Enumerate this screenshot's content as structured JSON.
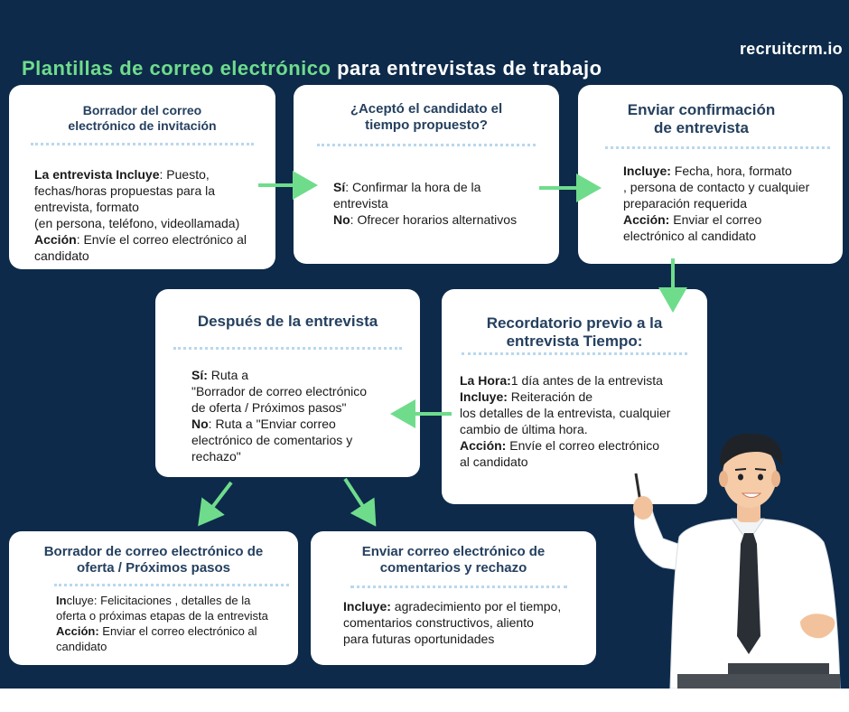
{
  "brand": "recruitcrm.io",
  "title": {
    "highlight": "Plantillas de correo electrónico",
    "rest": " para entrevistas de trabajo"
  },
  "colors": {
    "background": "#0d2a4a",
    "accent": "#6fdc8c",
    "card": "#ffffff",
    "heading": "#25405f",
    "dots": "#b8d8ee",
    "arrow": "#6fdc8c"
  },
  "cards": {
    "invitation": {
      "title": "Borrador del  correo\nelectrónico de invitación",
      "lines": [
        {
          "label": "La entrevista Incluye",
          "text": ": Puesto,"
        },
        {
          "text": "fechas/horas propuestas para la"
        },
        {
          "text": "entrevista, formato"
        },
        {
          "text": "(en persona, teléfono, videollamada)"
        },
        {
          "label": "Acción",
          "text": ": Envíe el correo electrónico al"
        },
        {
          "text": "candidato"
        }
      ]
    },
    "accepted": {
      "title": "¿Aceptó el candidato el\ntiempo propuesto?",
      "lines": [
        {
          "label": "Sí",
          "text": ": Confirmar la hora de la"
        },
        {
          "text": "entrevista"
        },
        {
          "label": "No",
          "text": ": Ofrecer horarios alternativos"
        }
      ]
    },
    "confirmation": {
      "title": "Enviar confirmación\nde entrevista",
      "lines": [
        {
          "label": "Incluye:",
          "text": " Fecha, hora, formato"
        },
        {
          "text": ", persona de contacto y cualquier"
        },
        {
          "text": "preparación requerida"
        },
        {
          "label": "Acción:",
          "text": " Enviar el correo"
        },
        {
          "text": "electrónico al candidato"
        }
      ]
    },
    "reminder": {
      "title": "Recordatorio previo a la\nentrevista Tiempo:",
      "lines": [
        {
          "label": "La Hora:",
          "text": "1 día antes de la entrevista"
        },
        {
          "label": "Incluye:",
          "text": "  Reiteración de"
        },
        {
          "text": "los detalles de la entrevista, cualquier"
        },
        {
          "text": "cambio de última hora."
        },
        {
          "label": "  Acción:",
          "text": " Envíe el correo electrónico"
        },
        {
          "text": "al candidato"
        }
      ]
    },
    "after": {
      "title": "Después de la entrevista",
      "lines": [
        {
          "label": "  Sí:",
          "text": " Ruta a"
        },
        {
          "text": "\"Borrador de correo electrónico"
        },
        {
          "text": "de oferta / Próximos pasos\""
        },
        {
          "label": "No",
          "text": ": Ruta a \"Enviar correo"
        },
        {
          "text": "electrónico de comentarios y"
        },
        {
          "text": "rechazo\""
        }
      ]
    },
    "offer": {
      "title": "Borrador de correo electrónico de\noferta /  Próximos pasos",
      "lines": [
        {
          "label": "In",
          "text": "cluye: Felicitaciones , detalles de la"
        },
        {
          "text": "oferta o próximas etapas de la entrevista"
        },
        {
          "label": " Acción:",
          "text": " Enviar el correo electrónico al"
        },
        {
          "text": "candidato"
        }
      ]
    },
    "feedback": {
      "title": "Enviar correo electrónico de\ncomentarios y rechazo",
      "lines": [
        {
          "label": "Incluye:",
          "text": " agradecimiento por el tiempo,"
        },
        {
          "text": " comentarios constructivos, aliento"
        },
        {
          "text": "para futuras oportunidades"
        }
      ]
    }
  },
  "illustration": {
    "icon": "presenter-man-illustration"
  }
}
